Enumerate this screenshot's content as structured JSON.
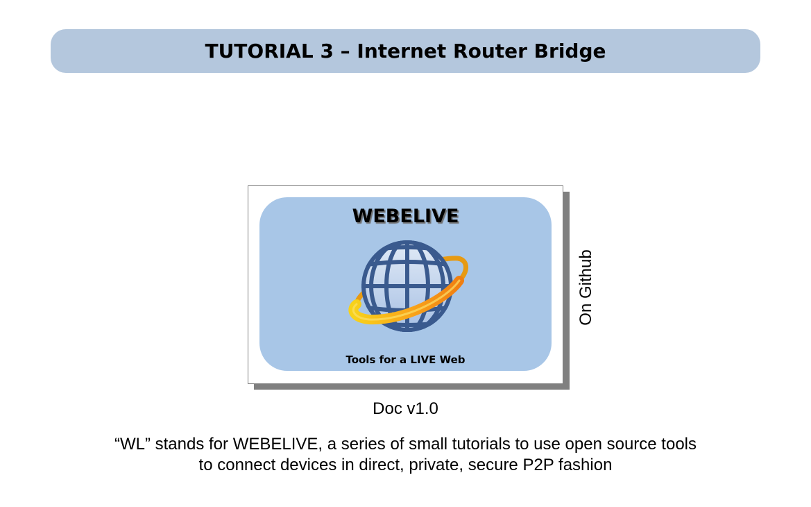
{
  "header": {
    "title": "TUTORIAL 3 – Internet Router Bridge"
  },
  "logo": {
    "brand": "WEBELIVE",
    "tagline": "Tools for a LIVE Web",
    "icon": "globe-with-orbit-icon",
    "colors": {
      "panel": "#a8c6e7",
      "globe": "#3a5a8e",
      "orbit": "#f7a81b"
    }
  },
  "side_label": "On Github",
  "version": "Doc v1.0",
  "description": {
    "line1": "“WL” stands for WEBELIVE, a series of small tutorials to use open source tools",
    "line2": "to connect devices in direct, private, secure P2P fashion"
  }
}
